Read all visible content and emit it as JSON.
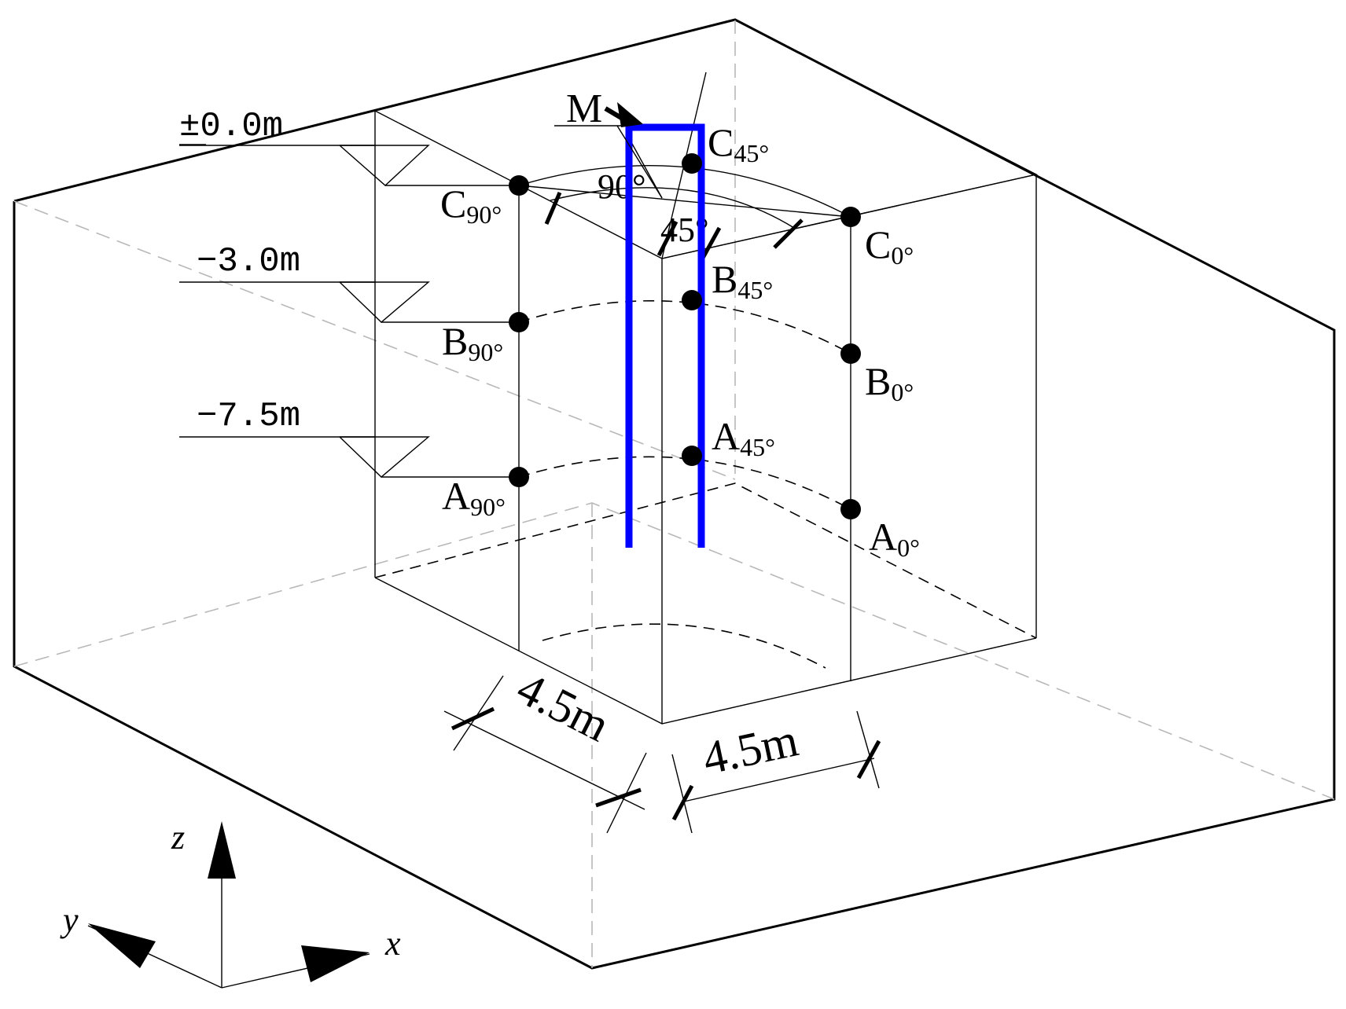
{
  "levels": {
    "ground": "±0.0m",
    "mid": "−3.0m",
    "deep": "−7.5m"
  },
  "points": {
    "c90": {
      "main": "C",
      "sub": "90°"
    },
    "b90": {
      "main": "B",
      "sub": "90°"
    },
    "a90": {
      "main": "A",
      "sub": "90°"
    },
    "c45": {
      "main": "C",
      "sub": "45°"
    },
    "b45": {
      "main": "B",
      "sub": "45°"
    },
    "a45": {
      "main": "A",
      "sub": "45°"
    },
    "c0": {
      "main": "C",
      "sub": "0°"
    },
    "b0": {
      "main": "B",
      "sub": "0°"
    },
    "a0": {
      "main": "A",
      "sub": "0°"
    }
  },
  "angles": {
    "a90": "90°",
    "a45": "45°"
  },
  "moment_label": "M",
  "dimensions": {
    "left": "4.5m",
    "right": "4.5m"
  },
  "axes": {
    "x": "x",
    "y": "y",
    "z": "z"
  },
  "colors": {
    "pile": "#0000ff",
    "lines": "#000000",
    "hidden": "#b8b8b8"
  }
}
